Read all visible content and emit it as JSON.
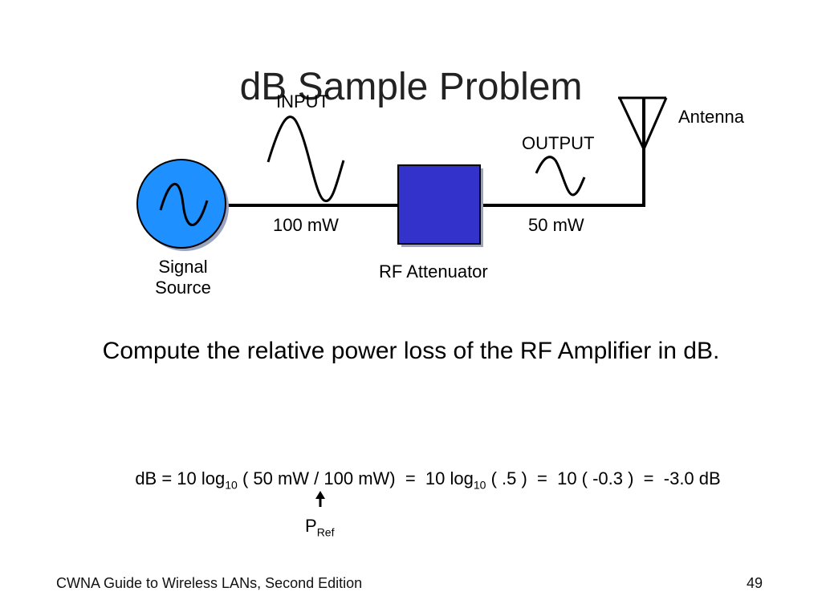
{
  "slide": {
    "title": "dB Sample Problem",
    "question": "Compute the relative power loss of the RF Amplifier in dB.",
    "footer": "CWNA Guide to Wireless LANs, Second Edition",
    "page_number": "49"
  },
  "diagram": {
    "input_label": "INPUT",
    "output_label": "OUTPUT",
    "antenna_label": "Antenna",
    "input_power": "100 mW",
    "output_power": "50 mW",
    "source_label_line1": "Signal",
    "source_label_line2": "Source",
    "attenuator_label": "RF Attenuator",
    "colors": {
      "source_fill": "#1e90ff",
      "attenuator_fill": "#3333cc",
      "shadow": "#9aa4c0"
    },
    "icons": [
      "sine-wave-icon",
      "antenna-icon"
    ]
  },
  "formula": {
    "p1": "dB = 10 log",
    "sub1": "10",
    "p2": " ( 50 mW / 100 mW)  =  10 log",
    "sub2": "10",
    "p3": " ( .5 )  =  10 ( -0.3 )  =  -3.0 dB",
    "pref_main": "P",
    "pref_sub": "Ref"
  }
}
